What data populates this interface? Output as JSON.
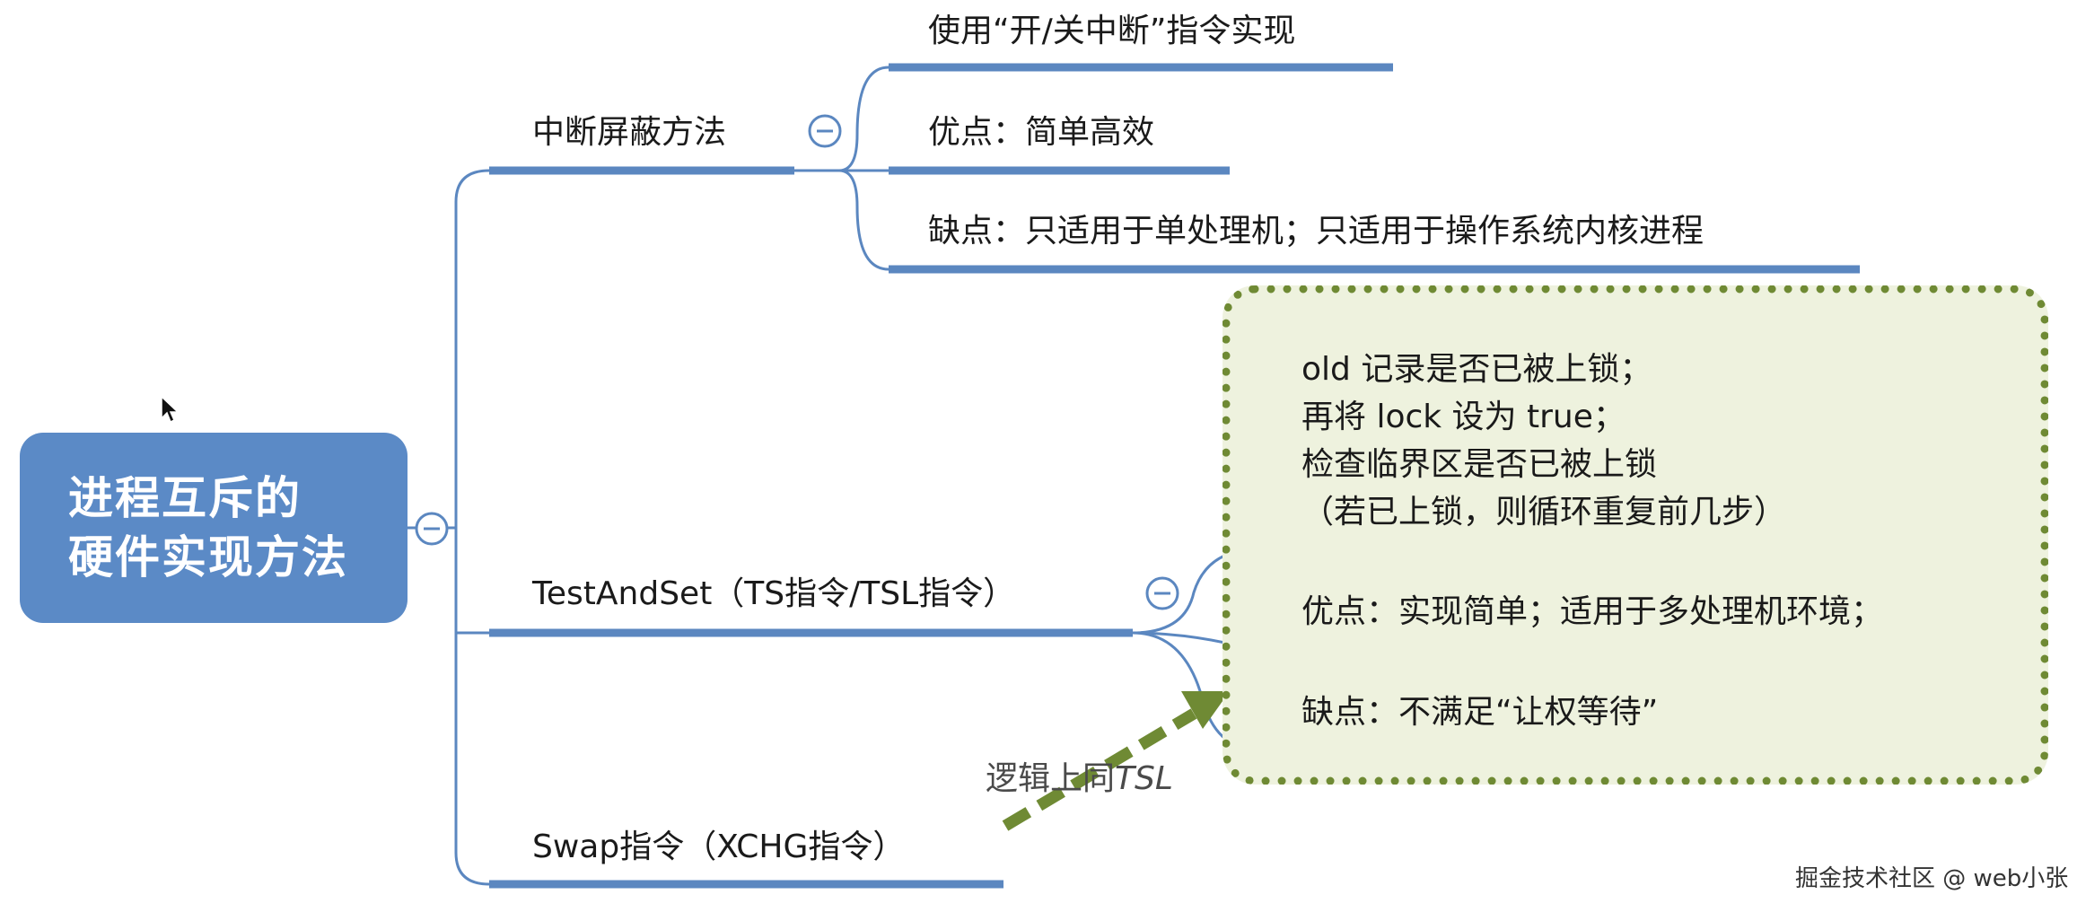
{
  "root": {
    "line1": "进程互斥的",
    "line2": "硬件实现方法"
  },
  "branches": {
    "interrupt": {
      "label": "中断屏蔽方法",
      "children": [
        "使用“开/关中断”指令实现",
        "优点：简单高效",
        "缺点：只适用于单处理机；只适用于操作系统内核进程"
      ]
    },
    "tsl": {
      "label": "TestAndSet（TS指令/TSL指令）",
      "note": [
        "old 记录是否已被上锁；",
        "再将 lock 设为 true；",
        "检查临界区是否已被上锁",
        "（若已上锁，则循环重复前几步）"
      ],
      "pros": "优点：实现简单；适用于多处理机环境；",
      "cons": "缺点：不满足“让权等待”"
    },
    "swap": {
      "label": "Swap指令（XCHG指令）",
      "arrow_label_prefix": "逻辑上同",
      "arrow_label_italic": "TSL"
    }
  },
  "collapse_symbol": "−",
  "watermark": "掘金技术社区 @ web小张",
  "colors": {
    "root_fill": "#5b8ac6",
    "branch_line": "#5b87c0",
    "note_fill": "#eef2de",
    "note_border": "#6f8a34",
    "arrow": "#6f8a34"
  }
}
